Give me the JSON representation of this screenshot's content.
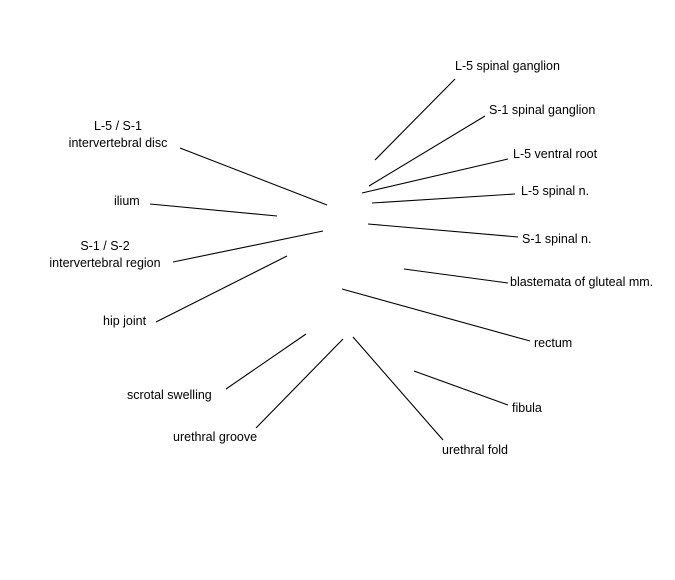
{
  "colors": {
    "line": "#000000",
    "text": "#000000",
    "background": "#ffffff"
  },
  "labels": {
    "l5_spinal_ganglion": "L-5 spinal ganglion",
    "s1_spinal_ganglion": "S-1 spinal ganglion",
    "l5_ventral_root": "L-5 ventral root",
    "l5_spinal_n": "L-5 spinal n.",
    "s1_spinal_n": "S-1 spinal n.",
    "blastemata_gluteal": "blastemata of gluteal mm.",
    "rectum": "rectum",
    "fibula": "fibula",
    "urethral_fold": "urethral fold",
    "urethral_groove": "urethral groove",
    "scrotal_swelling": "scrotal swelling",
    "hip_joint": "hip joint",
    "s1_s2_line1": "S-1 / S-2",
    "s1_s2_line2": "intervertebral region",
    "ilium": "ilium",
    "l5_s1_line1": "L-5 / S-1",
    "l5_s1_line2": "intervertebral disc"
  }
}
